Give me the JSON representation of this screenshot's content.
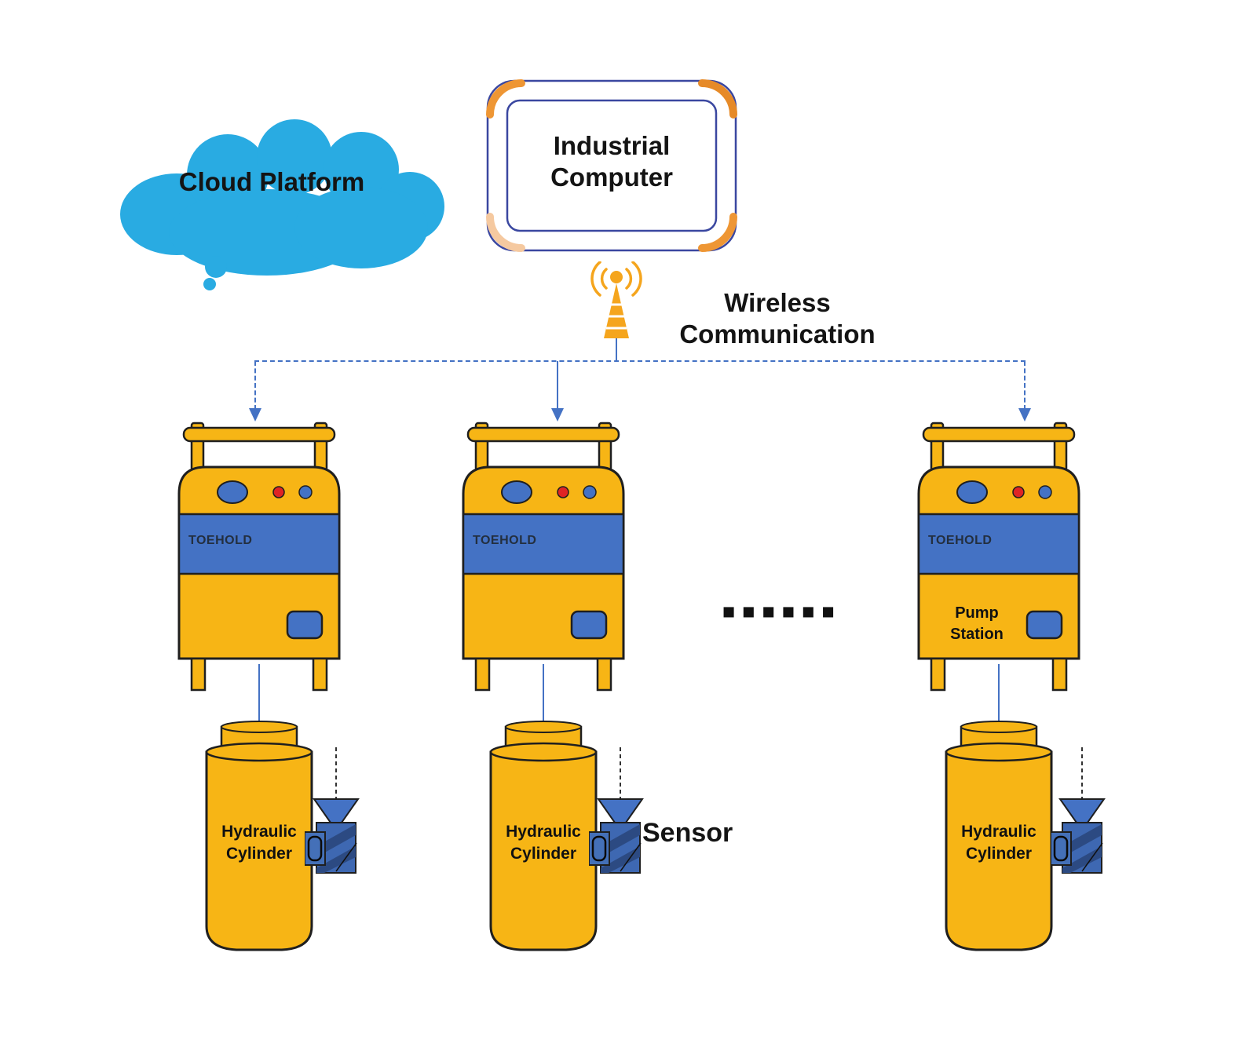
{
  "colors": {
    "cloud_blue": "#29ABE2",
    "device_yellow": "#F7B515",
    "accent_blue": "#4472C4",
    "antenna_orange": "#F5A51D",
    "computer_border": "#3A47A0",
    "corner_orange": "#EE9634",
    "corner_pale": "#F5C9A0",
    "indicator_red": "#E02424",
    "outline": "#1F1F1F",
    "line_blue": "#4472C4"
  },
  "cloud": {
    "label": "Cloud Platform"
  },
  "computer": {
    "line1": "Industrial",
    "line2": "Computer"
  },
  "wireless": {
    "line1": "Wireless",
    "line2": "Communication"
  },
  "stations": [
    {
      "brand": "TOEHOLD"
    },
    {
      "brand": "TOEHOLD"
    },
    {
      "brand": "TOEHOLD",
      "pump_label_line1": "Pump",
      "pump_label_line2": "Station"
    }
  ],
  "cylinders": [
    {
      "line1": "Hydraulic",
      "line2": "Cylinder"
    },
    {
      "line1": "Hydraulic",
      "line2": "Cylinder"
    },
    {
      "line1": "Hydraulic",
      "line2": "Cylinder"
    }
  ],
  "sensor": {
    "label": "Sensor"
  },
  "ellipsis": "■■■■■■"
}
